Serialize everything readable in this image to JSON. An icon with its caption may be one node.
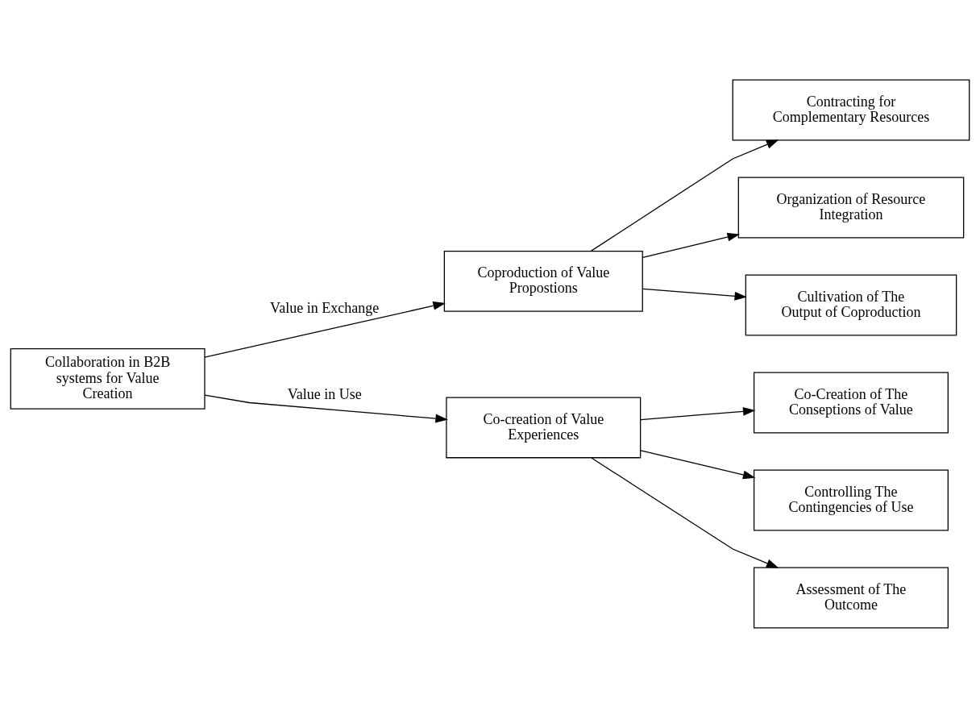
{
  "diagram": {
    "nodes": [
      {
        "text": [
          "Collaboration in B2B systems for Value Creation"
        ]
      },
      {
        "text": [
          "Coproduction of Value Propostions"
        ]
      },
      {
        "text": [
          "Contracting for Complementary Resources"
        ]
      },
      {
        "text": [
          "Organization of Resource Integration"
        ]
      },
      {
        "text": [
          "Cultivation of The Output of Coproduction"
        ]
      },
      {
        "text": [
          "Co-creation of Value Experiences"
        ]
      },
      {
        "text": [
          "Co-Creation of The Conseptions of Value"
        ]
      },
      {
        "text": [
          "Controlling The Contingencies of Use"
        ]
      },
      {
        "text": [
          "Assessment of The Outcome"
        ]
      }
    ],
    "edges": [
      {
        "from": 0,
        "to": 1,
        "arrow": "to",
        "label": "Value in Exchange"
      },
      {
        "from": 1,
        "to": 2,
        "arrow": "to"
      },
      {
        "from": 1,
        "to": 3,
        "arrow": "to"
      },
      {
        "from": 1,
        "to": 4,
        "arrow": "to"
      },
      {
        "from": 0,
        "to": 5,
        "arrow": "to",
        "label": "Value in Use"
      },
      {
        "from": 5,
        "to": 6,
        "arrow": "to"
      },
      {
        "from": 5,
        "to": 7,
        "arrow": "to"
      },
      {
        "from": 5,
        "to": 8,
        "arrow": "to"
      }
    ]
  }
}
